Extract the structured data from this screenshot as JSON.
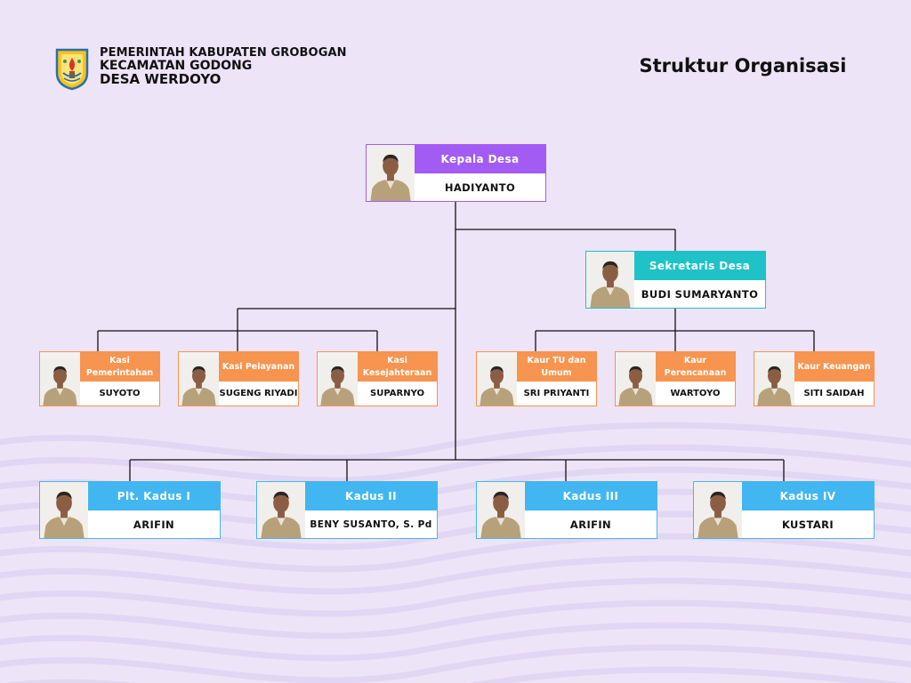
{
  "header": {
    "line1": "PEMERINTAH KABUPATEN GROBOGAN",
    "line2": "KECAMATAN GODONG",
    "line3": "DESA WERDOYO",
    "title": "Struktur Organisasi"
  },
  "colors": {
    "background": "#ede4f8",
    "kepala": "#a25cf3",
    "sekretaris": "#1ec2c7",
    "kasi_kaur": "#f7944f",
    "kadus": "#42b6f0",
    "connector": "#111111"
  },
  "org": {
    "kepala": {
      "role": "Kepala Desa",
      "name": "HADIYANTO"
    },
    "sekretaris": {
      "role": "Sekretaris Desa",
      "name": "BUDI SUMARYANTO"
    },
    "kasi": [
      {
        "role": "Kasi Pemerintahan",
        "name": "SUYOTO"
      },
      {
        "role": "Kasi Pelayanan",
        "name": "SUGENG RIYADI"
      },
      {
        "role": "Kasi Kesejahteraan",
        "name": "SUPARNYO"
      }
    ],
    "kaur": [
      {
        "role": "Kaur TU dan Umum",
        "name": "SRI PRIYANTI"
      },
      {
        "role": "Kaur Perencanaan",
        "name": "WARTOYO"
      },
      {
        "role": "Kaur Keuangan",
        "name": "SITI SAIDAH"
      }
    ],
    "kadus": [
      {
        "role": "Plt. Kadus I",
        "name": "ARIFIN"
      },
      {
        "role": "Kadus II",
        "name": "BENY SUSANTO, S. Pd"
      },
      {
        "role": "Kadus III",
        "name": "ARIFIN"
      },
      {
        "role": "Kadus IV",
        "name": "KUSTARI"
      }
    ]
  }
}
